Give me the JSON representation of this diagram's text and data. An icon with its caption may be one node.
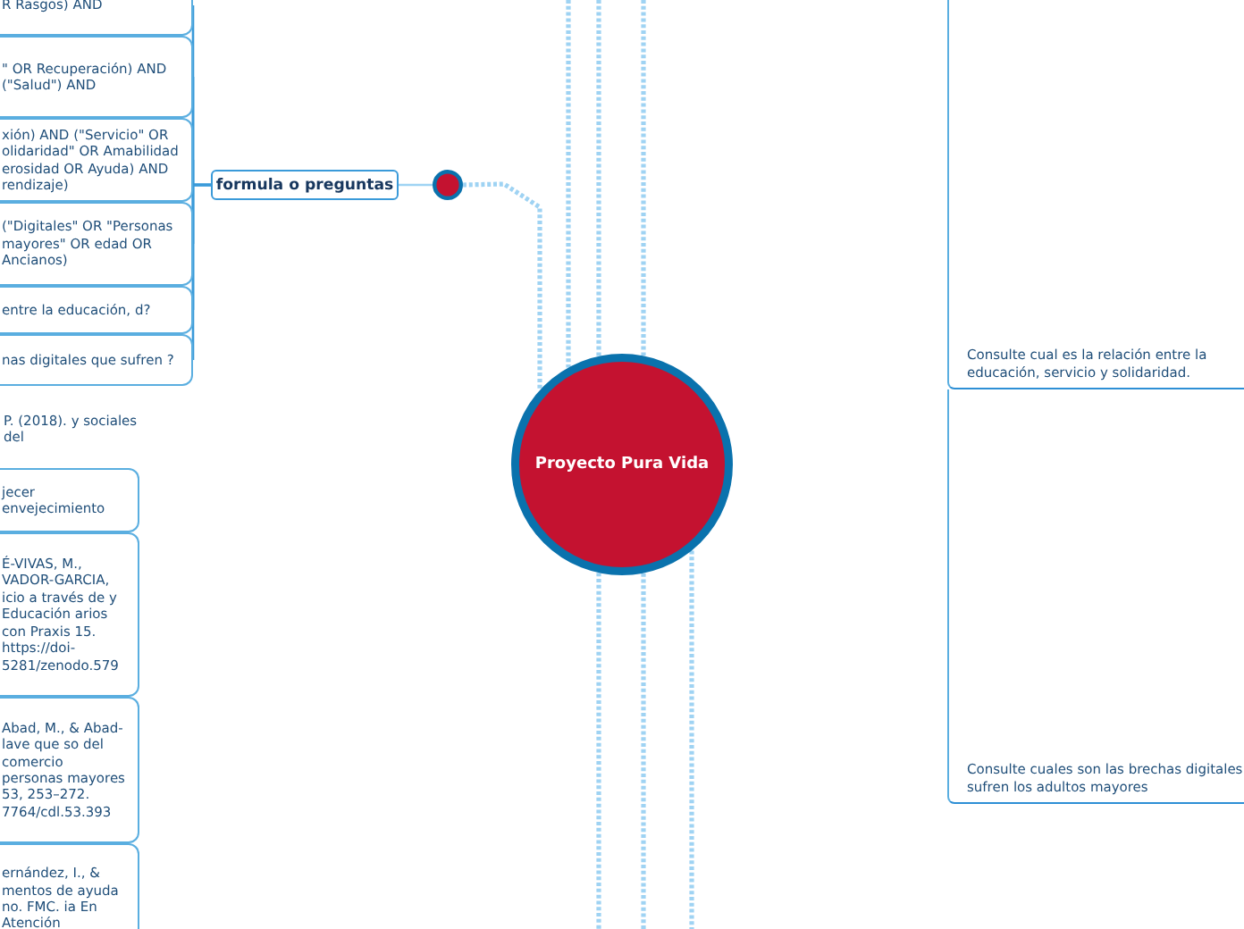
{
  "diagram": {
    "nodes": [
      {
        "text": [
          "Proyecto Pura Vida"
        ]
      },
      {
        "text": [
          "formula o preguntas"
        ]
      },
      {
        "text": [],
        "shape": "circle"
      },
      {
        "text": [
          "R Rasgos) AND"
        ]
      },
      {
        "text": [
          "\" OR Recuperación) AND (\"Salud\") AND"
        ]
      },
      {
        "text": [
          "xión) AND (\"Servicio\" OR olidaridad\" OR Amabilidad erosidad OR Ayuda) AND rendizaje)"
        ]
      },
      {
        "text": [
          "(\"Digitales\" OR \"Personas mayores\" OR edad OR Ancianos)"
        ]
      },
      {
        "text": [
          "entre la educación, d?"
        ]
      },
      {
        "text": [
          "nas digitales que sufren ?"
        ]
      },
      {
        "text": [
          "jecer envejecimiento"
        ]
      },
      {
        "text": [
          "É-VIVAS, M., VADOR-GARCIA, icio a través de y Educación arios con Praxis 15. https://doi- 5281/zenodo.579"
        ]
      },
      {
        "text": [
          "Abad, M., & Abad- lave que so del comercio personas mayores 53, 253–272. 7764/cdl.53.393"
        ]
      },
      {
        "text": [
          "ernández, I., & mentos de ayuda no. FMC. ia En Atención"
        ]
      },
      {
        "text": [
          "Consulte cual es la relación entre la educación, servicio y solidaridad."
        ]
      },
      {
        "text": [
          "Consulte cuales son las brechas digitales sufren los adultos mayores"
        ]
      }
    ],
    "edges": [
      {
        "from": 1,
        "to": 3,
        "arrow": "none",
        "color": "#3a9ad9"
      },
      {
        "from": 1,
        "to": 4,
        "arrow": "none",
        "color": "#3a9ad9"
      },
      {
        "from": 1,
        "to": 5,
        "arrow": "none",
        "color": "#3a9ad9"
      },
      {
        "from": 1,
        "to": 6,
        "arrow": "none",
        "color": "#3a9ad9"
      },
      {
        "from": 1,
        "to": 7,
        "arrow": "none",
        "color": "#3a9ad9"
      },
      {
        "from": 1,
        "to": 8,
        "arrow": "none",
        "color": "#3a9ad9"
      },
      {
        "from": 2,
        "to": 1,
        "arrow": "none"
      },
      {
        "from": 2,
        "to": 0,
        "arrow": "none",
        "style": "dashed"
      },
      {
        "from": null,
        "to": 0,
        "arrow": "none",
        "style": "dashed"
      },
      {
        "from": null,
        "to": 0,
        "arrow": "none",
        "style": "dashed"
      },
      {
        "from": null,
        "to": 0,
        "arrow": "none",
        "style": "dashed"
      },
      {
        "from": 0,
        "to": null,
        "arrow": "none",
        "style": "dashed"
      },
      {
        "from": 0,
        "to": null,
        "arrow": "none",
        "style": "dashed"
      },
      {
        "from": 0,
        "to": null,
        "arrow": "none",
        "style": "dashed"
      }
    ],
    "labels": [
      "P. (2018). y sociales del"
    ]
  }
}
